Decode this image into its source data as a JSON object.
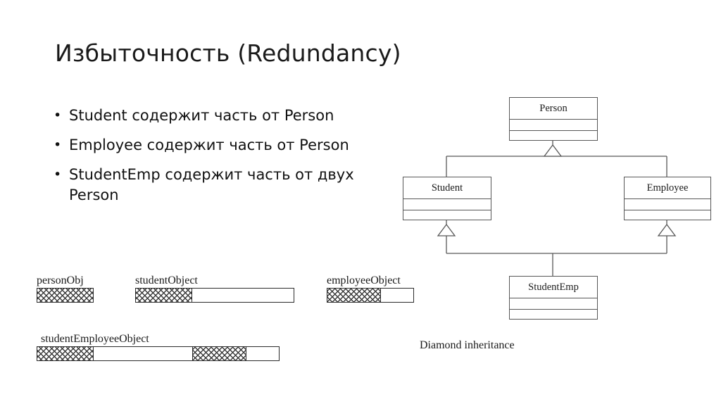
{
  "slide": {
    "title": "Избыточность (Redundancy)",
    "bullets": [
      "Student содержит часть от Person",
      "Employee содержит часть от Person",
      "StudentEmp содержит часть от двух Person"
    ]
  },
  "memory_layout": {
    "objects": [
      {
        "label": "personObj"
      },
      {
        "label": "studentObject"
      },
      {
        "label": "employeeObject"
      },
      {
        "label": "studentEmployeeObject"
      }
    ]
  },
  "uml": {
    "caption": "Diamond inheritance",
    "classes": [
      {
        "name": "Person"
      },
      {
        "name": "Student"
      },
      {
        "name": "Employee"
      },
      {
        "name": "StudentEmp"
      }
    ]
  },
  "colors": {
    "background": "#ffffff",
    "text": "#1a1a1a",
    "box_stroke": "#575757",
    "bar_stroke": "#2b2b2b",
    "hatch": "#3a3a3a"
  }
}
